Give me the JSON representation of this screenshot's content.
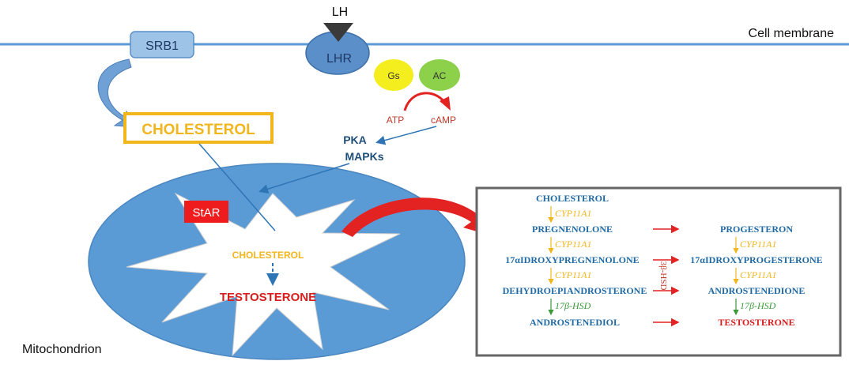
{
  "labels": {
    "lh": "LH",
    "lhr": "LHR",
    "cell_membrane": "Cell membrane",
    "srb1": "SRB1",
    "gs": "Gs",
    "ac": "AC",
    "atp": "ATP",
    "camp": "cAMP",
    "pka": "PKA",
    "mapks": "MAPKs",
    "cholesterol_box": "CHOLESTEROL",
    "star": "StAR",
    "inner_cholesterol": "CHOLESTEROL",
    "inner_testosterone": "TESTOSTERONE",
    "mitochondrion": "Mitochondrion"
  },
  "pathway": {
    "left_column": [
      "CHOLESTEROL",
      "PREGNENOLONE",
      "17αIDROXYPREGNENOLONE",
      "DEHYDROEPIANDROSTERONE",
      "ANDROSTENEDIOL"
    ],
    "right_column": [
      "PROGESTERON",
      "17αIDROXYPROGESTERONE",
      "ANDROSTENEDIONE",
      "TESTOSTERONE"
    ],
    "left_enzymes": [
      "CYP11A1",
      "CYP11A1",
      "CYP11A1",
      "17β-HSD"
    ],
    "right_enzymes": [
      "CYP11A1",
      "CYP11A1",
      "17β-HSD"
    ],
    "side_enzyme": "3β-HSD"
  },
  "colors": {
    "membrane": "#5b9bd5",
    "receptor": "#5b8fc9",
    "mito": "#5b9bd5",
    "cholesterol_gold": "#f2b61d",
    "dark_blue": "#1f4e79",
    "pathway_blue": "#1f6aa5",
    "red": "#e32222",
    "green": "#3a9a3a",
    "gs_yellow": "#f5ee1e",
    "ac_green": "#8dd04a"
  }
}
